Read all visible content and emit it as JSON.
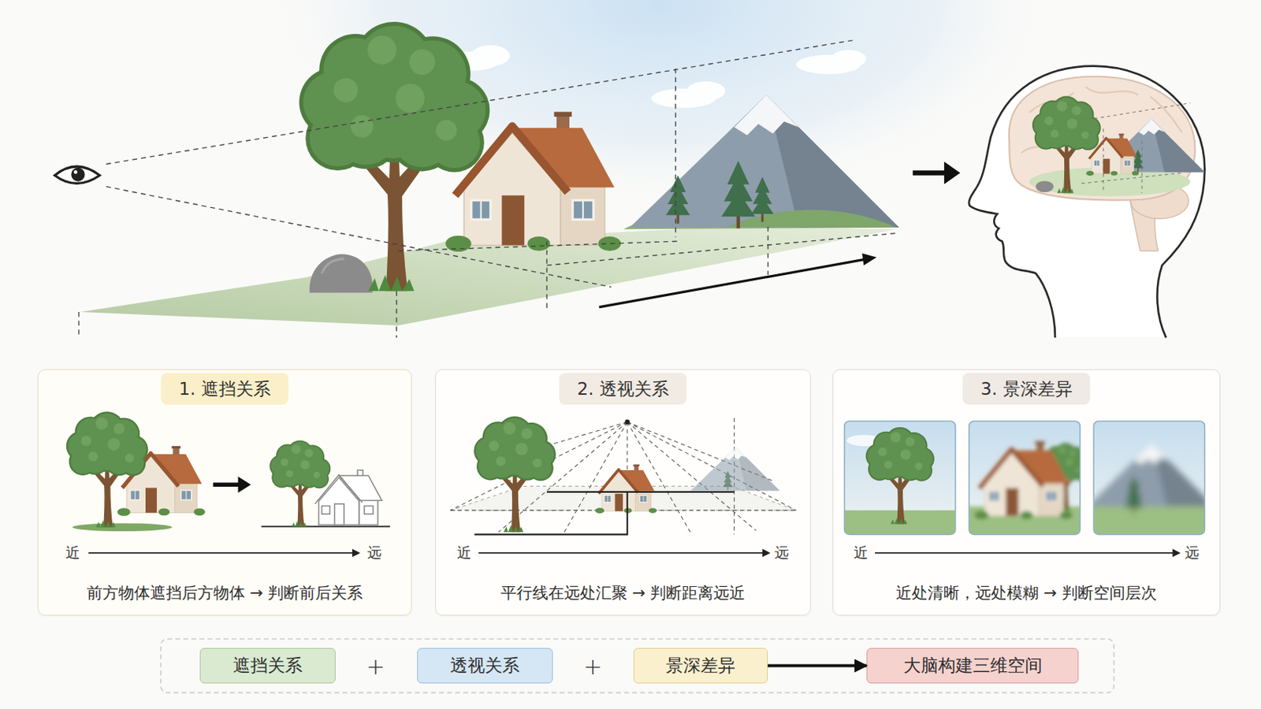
{
  "diagram": {
    "nodes": [
      {
        "text": [
          "1. 遮挡关系",
          "前方物体遮挡后方物体 → 判断前后关系"
        ]
      },
      {
        "text": [
          "2. 透视关系",
          "平行线在远处汇聚 → 判断距离远近"
        ]
      },
      {
        "text": [
          "3. 景深差异",
          "近处清晰，远处模糊 → 判断空间层次"
        ]
      },
      {
        "text": [
          "遮挡关系"
        ]
      },
      {
        "text": [
          "透视关系"
        ]
      },
      {
        "text": [
          "景深差异"
        ]
      },
      {
        "text": [
          "大脑构建三维空间"
        ]
      }
    ],
    "edges": [
      {
        "from": 5,
        "to": 6,
        "arrow": "to"
      }
    ],
    "labels": [
      "近",
      "远",
      "近",
      "远",
      "近",
      "远",
      "+",
      "+"
    ]
  }
}
